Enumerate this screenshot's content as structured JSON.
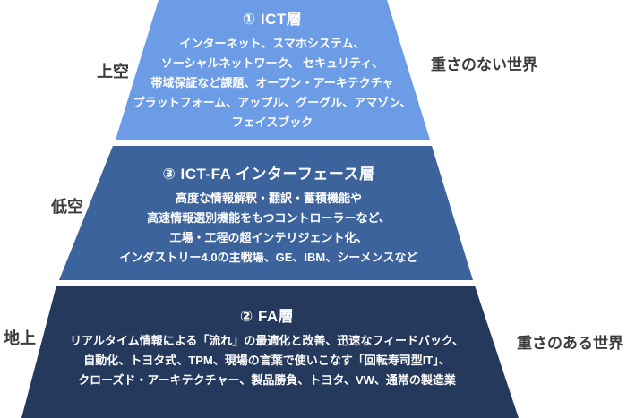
{
  "colors": {
    "layer1": "#6d9ce6",
    "layer2": "#3d639c",
    "layer3": "#24395c",
    "layer_text": "#ffffff",
    "side_label_text": "#3c3c3c",
    "background": "#ffffff"
  },
  "pyramid": {
    "layers": [
      {
        "id": "ict-layer",
        "title": "① ICT層",
        "lines": [
          "インターネット、スマホシステム、",
          "ソーシャルネットワーク、 セキュリティ、",
          "帯域保証など課題、オープン・アーキテクチャ",
          "プラットフォーム、アップル、グーグル、アマゾン、",
          "フェイスブック"
        ]
      },
      {
        "id": "ict-fa-interface-layer",
        "title": "③ ICT-FA インターフェース層",
        "lines": [
          "高度な情報解釈・翻訳・蓄積機能や",
          "高速情報選別機能をもつコントローラーなど、",
          "工場・工程の超インテリジェント化、",
          "インダストリー4.0の主戦場、GE、IBM、シーメンスなど"
        ]
      },
      {
        "id": "fa-layer",
        "title": "② FA層",
        "lines": [
          "リアルタイム情報による「流れ」の最適化と改善、迅速なフィードバック、",
          "自動化、トヨタ式、TPM、現場の言葉で使いこなす「回転寿司型IT」、",
          "クローズド・アーキテクチャー、製品勝負、トヨタ、VW、通常の製造業"
        ]
      }
    ]
  },
  "side_labels": {
    "sky": "上空",
    "low": "低空",
    "ground": "地上",
    "weightless_world": "重さのない世界",
    "weighted_world": "重さのある世界"
  }
}
